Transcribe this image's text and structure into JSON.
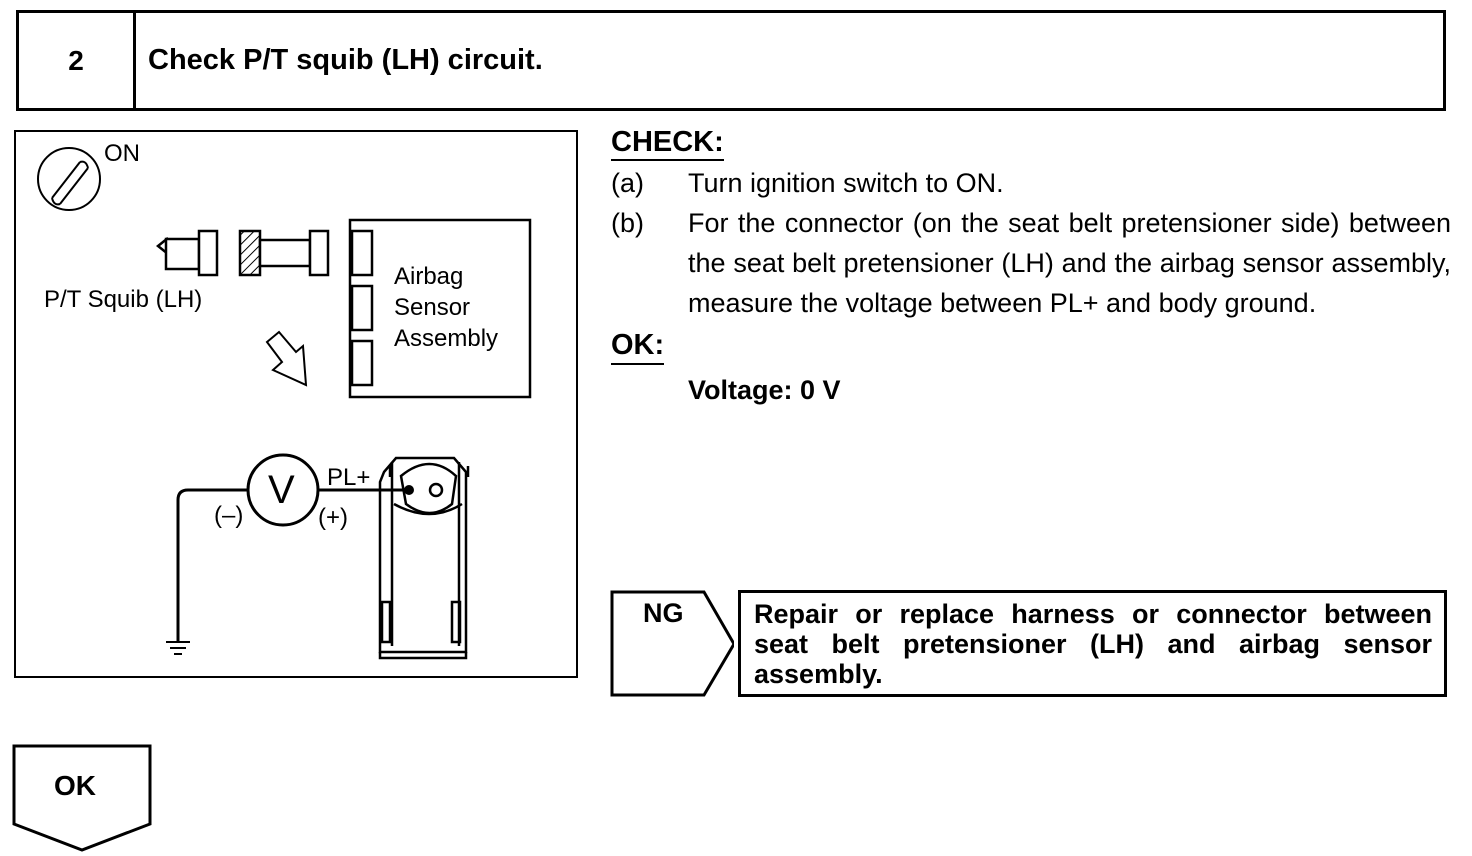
{
  "step": {
    "number": "2",
    "title": "Check P/T squib (LH) circuit."
  },
  "illustration": {
    "ignition_label": "ON",
    "squib_label": "P/T Squib (LH)",
    "sensor_label": [
      "Airbag",
      "Sensor",
      "Assembly"
    ],
    "voltmeter_symbol": "V",
    "terminal_label": "PL+",
    "negative_label": "(–)",
    "positive_label": "(+)",
    "icons": [
      "ignition-key-icon",
      "arrow-down-right-icon",
      "ground-icon"
    ]
  },
  "check": {
    "heading": "CHECK:",
    "items": [
      {
        "key": "(a)",
        "text": "Turn ignition switch to ON."
      },
      {
        "key": "(b)",
        "text": "For the connector (on the seat belt pretensioner side) between the seat belt pretensioner (LH) and the airbag sensor assembly, measure the voltage between PL+ and body ground."
      }
    ]
  },
  "ok_spec": {
    "heading": "OK:",
    "value": "Voltage: 0 V"
  },
  "ng_result": {
    "label": "NG",
    "action": "Repair or replace harness or connector between seat belt pretensioner (LH) and airbag sensor assembly."
  },
  "ok_result": {
    "label": "OK"
  }
}
